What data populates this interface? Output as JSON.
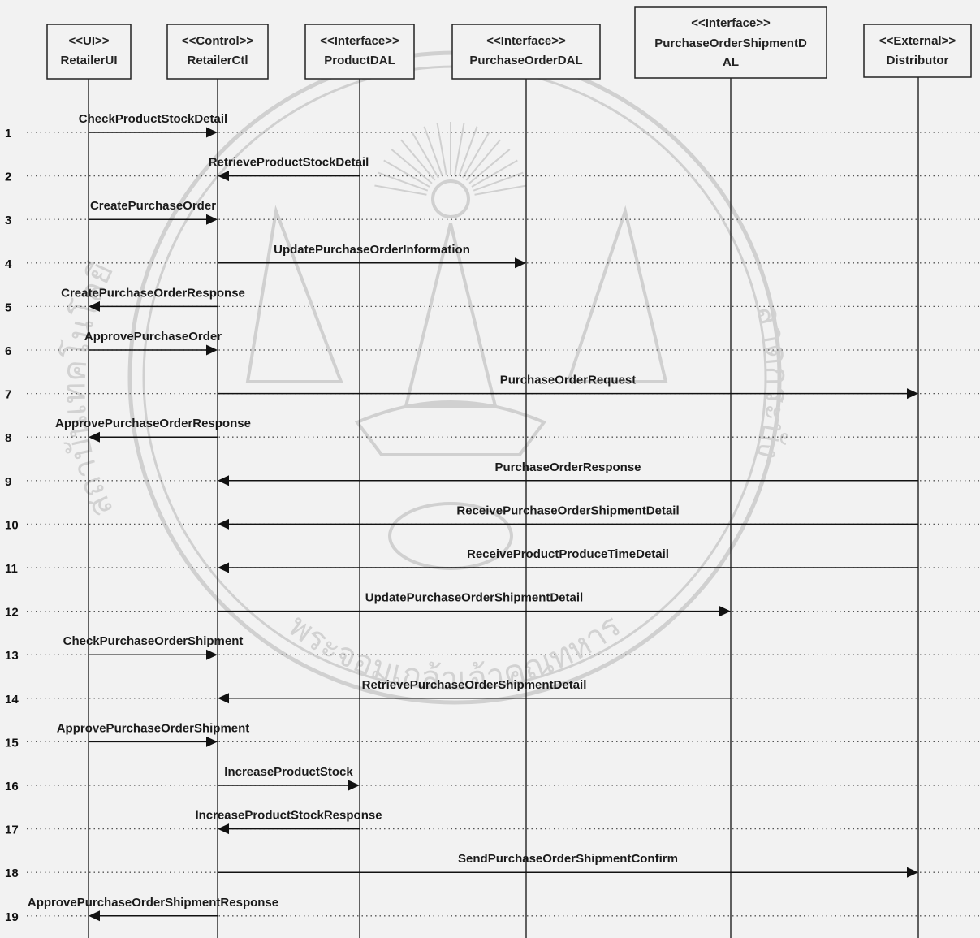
{
  "participants": [
    {
      "id": "ui",
      "stereotype": "<<UI>>",
      "name": "RetailerUI"
    },
    {
      "id": "ctl",
      "stereotype": "<<Control>>",
      "name": "RetailerCtl"
    },
    {
      "id": "pdal",
      "stereotype": "<<Interface>>",
      "name": "ProductDAL"
    },
    {
      "id": "podal",
      "stereotype": "<<Interface>>",
      "name": "PurchaseOrderDAL"
    },
    {
      "id": "posdal",
      "stereotype": "<<Interface>>",
      "name": "PurchaseOrderShipmentD",
      "name2": "AL"
    },
    {
      "id": "dist",
      "stereotype": "<<External>>",
      "name": "Distributor"
    }
  ],
  "messages": [
    {
      "n": "1",
      "label": "CheckProductStockDetail",
      "from": "ui",
      "to": "ctl"
    },
    {
      "n": "2",
      "label": "RetrieveProductStockDetail",
      "from": "pdal",
      "to": "ctl"
    },
    {
      "n": "3",
      "label": "CreatePurchaseOrder",
      "from": "ui",
      "to": "ctl"
    },
    {
      "n": "4",
      "label": "UpdatePurchaseOrderInformation",
      "from": "ctl",
      "to": "podal"
    },
    {
      "n": "5",
      "label": "CreatePurchaseOrderResponse",
      "from": "ctl",
      "to": "ui"
    },
    {
      "n": "6",
      "label": "ApprovePurchaseOrder",
      "from": "ui",
      "to": "ctl"
    },
    {
      "n": "7",
      "label": "PurchaseOrderRequest",
      "from": "ctl",
      "to": "dist"
    },
    {
      "n": "8",
      "label": "ApprovePurchaseOrderResponse",
      "from": "ctl",
      "to": "ui"
    },
    {
      "n": "9",
      "label": "PurchaseOrderResponse",
      "from": "dist",
      "to": "ctl"
    },
    {
      "n": "10",
      "label": "ReceivePurchaseOrderShipmentDetail",
      "from": "dist",
      "to": "ctl"
    },
    {
      "n": "11",
      "label": "ReceiveProductProduceTimeDetail",
      "from": "dist",
      "to": "ctl"
    },
    {
      "n": "12",
      "label": "UpdatePurchaseOrderShipmentDetail",
      "from": "ctl",
      "to": "posdal"
    },
    {
      "n": "13",
      "label": "CheckPurchaseOrderShipment",
      "from": "ui",
      "to": "ctl"
    },
    {
      "n": "14",
      "label": "RetrievePurchaseOrderShipmentDetail",
      "from": "posdal",
      "to": "ctl"
    },
    {
      "n": "15",
      "label": "ApprovePurchaseOrderShipment",
      "from": "ui",
      "to": "ctl"
    },
    {
      "n": "16",
      "label": "IncreaseProductStock",
      "from": "ctl",
      "to": "pdal"
    },
    {
      "n": "17",
      "label": "IncreaseProductStockResponse",
      "from": "pdal",
      "to": "ctl"
    },
    {
      "n": "18",
      "label": "SendPurchaseOrderShipmentConfirm",
      "from": "ctl",
      "to": "dist"
    },
    {
      "n": "19",
      "label": "ApprovePurchaseOrderShipmentResponse",
      "from": "ctl",
      "to": "ui"
    }
  ],
  "watermark": {
    "text_bottom": "พระจอมเกล้าเจ้าคุณทหาร",
    "text_left": "สถาบันเทคโนโลยี",
    "text_right": "ลาดกระบัง",
    "color": "#d0d0d0"
  }
}
